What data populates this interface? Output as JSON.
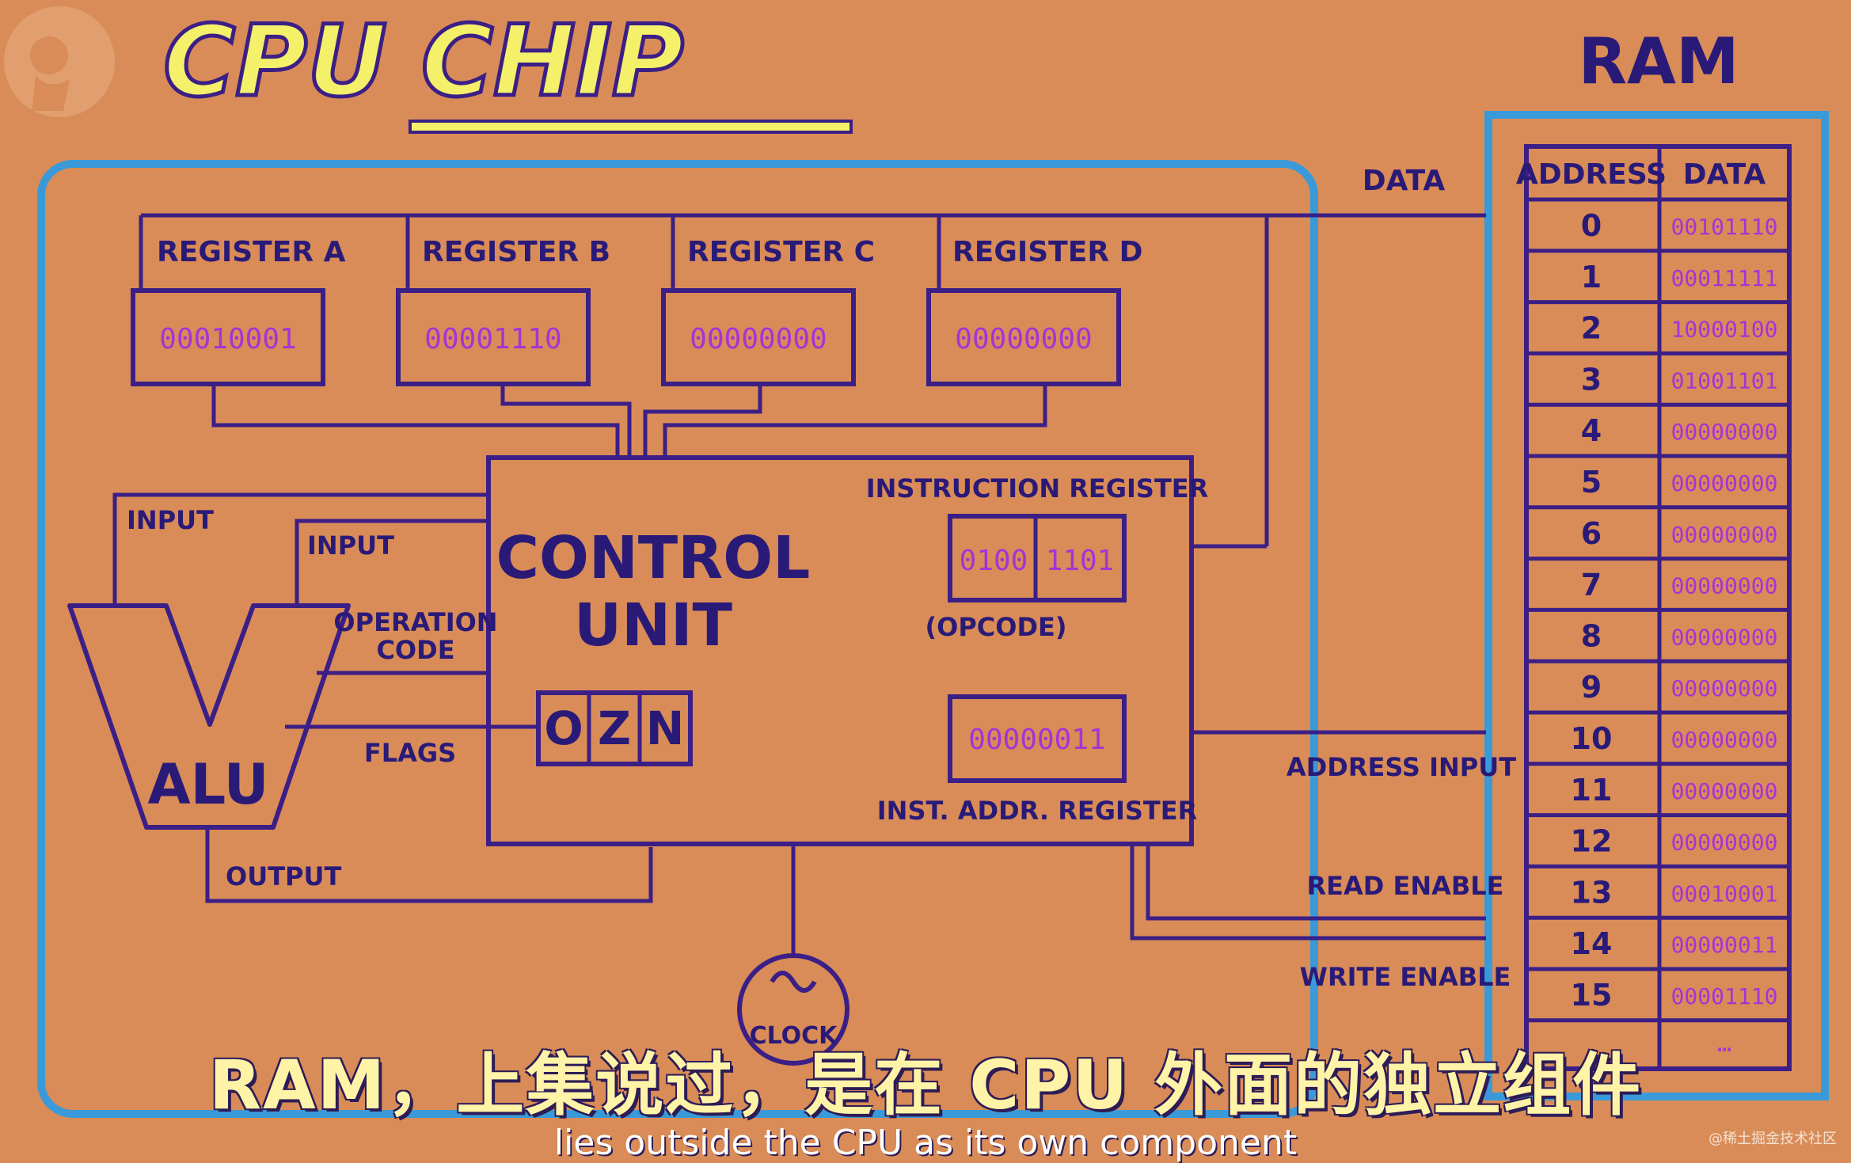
{
  "title": "CPU CHIP",
  "ram_title": "RAM",
  "registers": [
    {
      "name": "REGISTER A",
      "value": "00010001"
    },
    {
      "name": "REGISTER B",
      "value": "00001110"
    },
    {
      "name": "REGISTER C",
      "value": "00000000"
    },
    {
      "name": "REGISTER D",
      "value": "00000000"
    }
  ],
  "control_unit": {
    "line1": "CONTROL",
    "line2": "UNIT"
  },
  "instruction_register": {
    "label": "INSTRUCTION REGISTER",
    "opcode": "0100",
    "operand": "1101",
    "opcode_label": "(OPCODE)"
  },
  "inst_addr_register": {
    "label": "INST. ADDR. REGISTER",
    "value": "00000011"
  },
  "flags": [
    "O",
    "Z",
    "N"
  ],
  "alu": {
    "label": "ALU",
    "input1": "INPUT",
    "input2": "INPUT",
    "opcode_line1": "OPERATION",
    "opcode_line2": "CODE",
    "flags": "FLAGS",
    "output": "OUTPUT"
  },
  "clock": "CLOCK",
  "bus_labels": {
    "data": "DATA",
    "address_input": "ADDRESS INPUT",
    "read_enable": "READ ENABLE",
    "write_enable": "WRITE ENABLE"
  },
  "ram": {
    "headers": [
      "ADDRESS",
      "DATA"
    ],
    "rows": [
      {
        "address": "0",
        "data": "00101110"
      },
      {
        "address": "1",
        "data": "00011111"
      },
      {
        "address": "2",
        "data": "10000100"
      },
      {
        "address": "3",
        "data": "01001101"
      },
      {
        "address": "4",
        "data": "00000000"
      },
      {
        "address": "5",
        "data": "00000000"
      },
      {
        "address": "6",
        "data": "00000000"
      },
      {
        "address": "7",
        "data": "00000000"
      },
      {
        "address": "8",
        "data": "00000000"
      },
      {
        "address": "9",
        "data": "00000000"
      },
      {
        "address": "10",
        "data": "00000000"
      },
      {
        "address": "11",
        "data": "00000000"
      },
      {
        "address": "12",
        "data": "00000000"
      },
      {
        "address": "13",
        "data": "00010001"
      },
      {
        "address": "14",
        "data": "00000011"
      },
      {
        "address": "15",
        "data": "00001110"
      }
    ]
  },
  "subtitle_zh": "RAM，上集说过，是在 CPU 外面的独立组件",
  "subtitle_en": "lies outside the CPU as its own component",
  "watermark": "@稀土掘金技术社区",
  "colors": {
    "background": "#d98c57",
    "wire": "#3b1f86",
    "chip_border": "#3a9ad9",
    "title": "#f4f06a",
    "bits": "#a832d6"
  }
}
